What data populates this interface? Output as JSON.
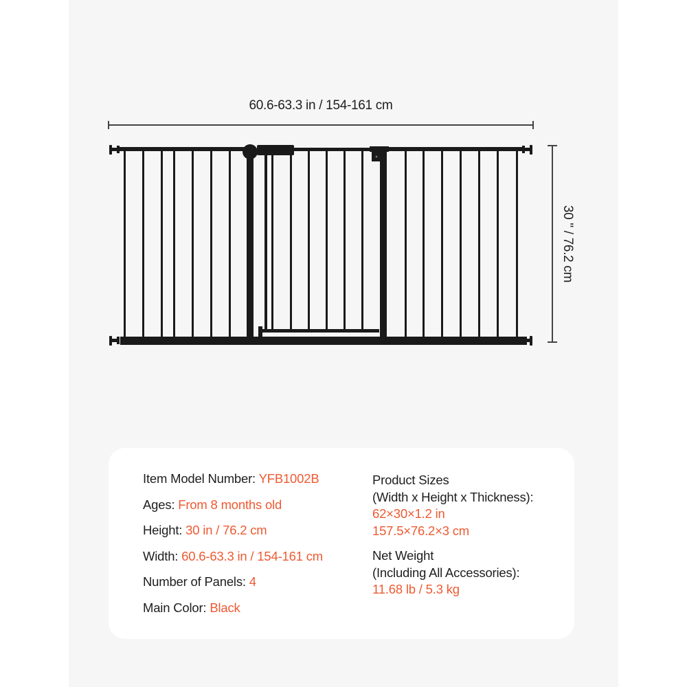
{
  "colors": {
    "page_bg": "#ffffff",
    "canvas_bg": "#f6f6f6",
    "card_bg": "#ffffff",
    "text": "#1e1e1e",
    "accent": "#ee5a32",
    "gate": "#1a1a1a"
  },
  "diagram": {
    "width_label": "60.6-63.3 in / 154-161 cm",
    "height_label": "30 \" / 76.2 cm",
    "product": "pressure-mounted baby safety gate with walk-through door",
    "panels": 4
  },
  "specs": {
    "left": [
      {
        "label": "Item Model Number: ",
        "value": "YFB1002B"
      },
      {
        "label": "Ages: ",
        "value": "From 8 months old"
      },
      {
        "label": "Height: ",
        "value": "30 in / 76.2 cm"
      },
      {
        "label": "Width: ",
        "value": "60.6-63.3 in / 154-161 cm"
      },
      {
        "label": "Number of Panels: ",
        "value": "4"
      },
      {
        "label": "Main Color: ",
        "value": "Black"
      }
    ],
    "right": [
      {
        "title": "Product Sizes",
        "subtitle": "(Width x Height x Thickness):",
        "values": [
          "62×30×1.2 in",
          "157.5×76.2×3 cm"
        ]
      },
      {
        "title": "Net Weight",
        "subtitle": "(Including All Accessories):",
        "values": [
          "11.68 lb / 5.3 kg"
        ]
      }
    ]
  }
}
